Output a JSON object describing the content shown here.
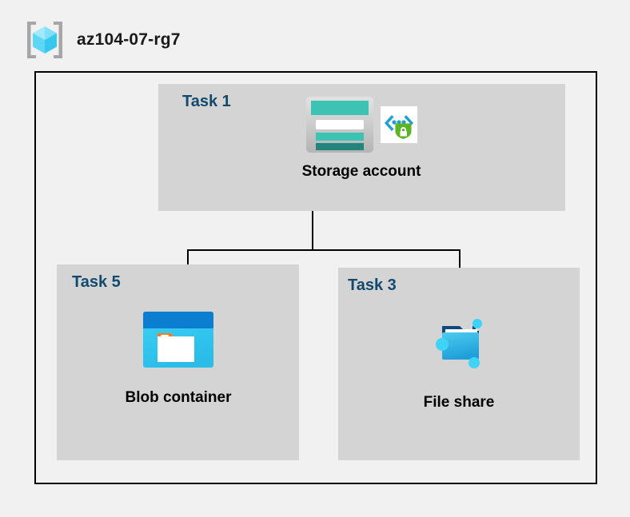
{
  "header": {
    "icon": "resource-group-icon",
    "title": "az104-07-rg7"
  },
  "diagram": {
    "type": "architecture-tree",
    "group_border_color": "#000000",
    "panel_background": "#d4d4d4",
    "task_label_color": "#12496f",
    "canvas_background": "#f1f1f1",
    "panels": [
      {
        "id": "task1",
        "task_label": "Task 1",
        "node": {
          "caption": "Storage account",
          "icons": [
            "storage-account-icon",
            "secure-endpoint-icon"
          ]
        }
      },
      {
        "id": "task5",
        "task_label": "Task 5",
        "node": {
          "caption": "Blob container",
          "icons": [
            "blob-container-icon"
          ]
        }
      },
      {
        "id": "task3",
        "task_label": "Task 3",
        "node": {
          "caption": "File share",
          "icons": [
            "file-share-icon"
          ]
        }
      }
    ],
    "connections": [
      {
        "from": "Storage account",
        "to": "Blob container"
      },
      {
        "from": "Storage account",
        "to": "File share"
      }
    ]
  }
}
